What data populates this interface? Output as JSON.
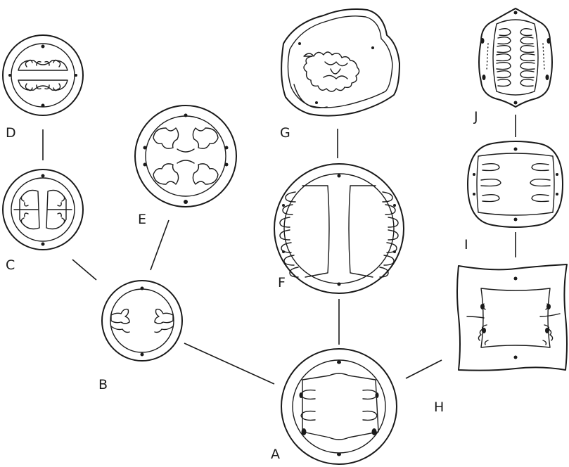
{
  "figure": {
    "labels": {
      "A": "A",
      "B": "B",
      "C": "C",
      "D": "D",
      "E": "E",
      "F": "F",
      "G": "G",
      "H": "H",
      "I": "I",
      "J": "J"
    }
  }
}
